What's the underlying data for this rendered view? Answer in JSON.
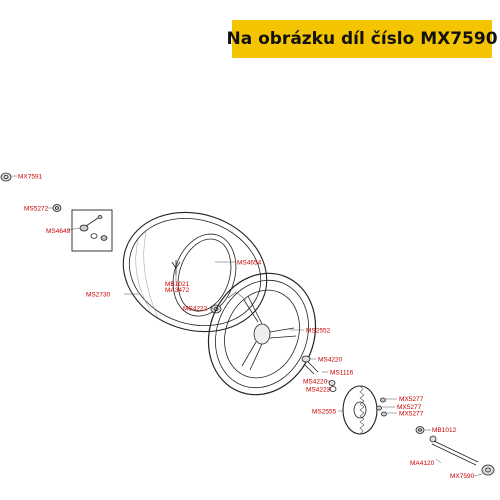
{
  "banner": {
    "text": "Na obrázku díl číslo MX7590",
    "bg_color": "#f5c400"
  },
  "colors": {
    "label": "#cc0000",
    "line": "#222222",
    "leader": "#555555"
  },
  "labels": {
    "mx7591": "MX7591",
    "ms5272": "MS5272",
    "ms4649": "MS4649",
    "ms4654": "MS4654",
    "ms2730": "MS2730",
    "mb1021": "MB1021",
    "ma3472": "MA3472",
    "ms4222": "MS4222",
    "ms2552": "MS2552",
    "ms4220_a": "MS4220",
    "ms1116": "MS1116",
    "ms4220_b": "MS4220",
    "ms4223": "MS4223",
    "mx5277_a": "MX5277",
    "mx5277_b": "MX5277",
    "mx5277_c": "MX5277",
    "ms2555": "MS2555",
    "mb1012": "MB1012",
    "ma4120": "MA4120",
    "mx7590": "MX7590"
  }
}
